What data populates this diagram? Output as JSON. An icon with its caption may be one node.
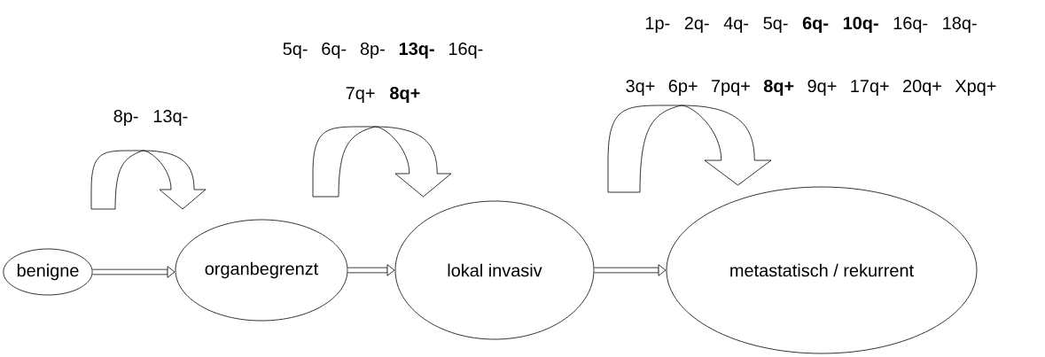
{
  "diagram": {
    "nodes": [
      {
        "text": [
          "benigne"
        ]
      },
      {
        "text": [
          "organbegrenzt"
        ]
      },
      {
        "text": [
          "lokal invasiv"
        ]
      },
      {
        "text": [
          "metastatisch / rekurrent"
        ]
      }
    ],
    "edges": [
      {
        "from": 0,
        "to": 1,
        "arrow": "to"
      },
      {
        "from": 1,
        "to": 2,
        "arrow": "to"
      },
      {
        "from": 2,
        "to": 3,
        "arrow": "to"
      }
    ],
    "labels": [
      "1p- 2q- 4q- 5q- **6q-** **10q-** 16q- 18q-",
      "5q- 6q- 8p- **13q-** 16q-",
      "3q+ 6p+ 7pq+ **8q+** 9q+ 17q+ 20q+ Xpq+",
      "7q+ **8q+**",
      "8p- 13q-"
    ]
  }
}
